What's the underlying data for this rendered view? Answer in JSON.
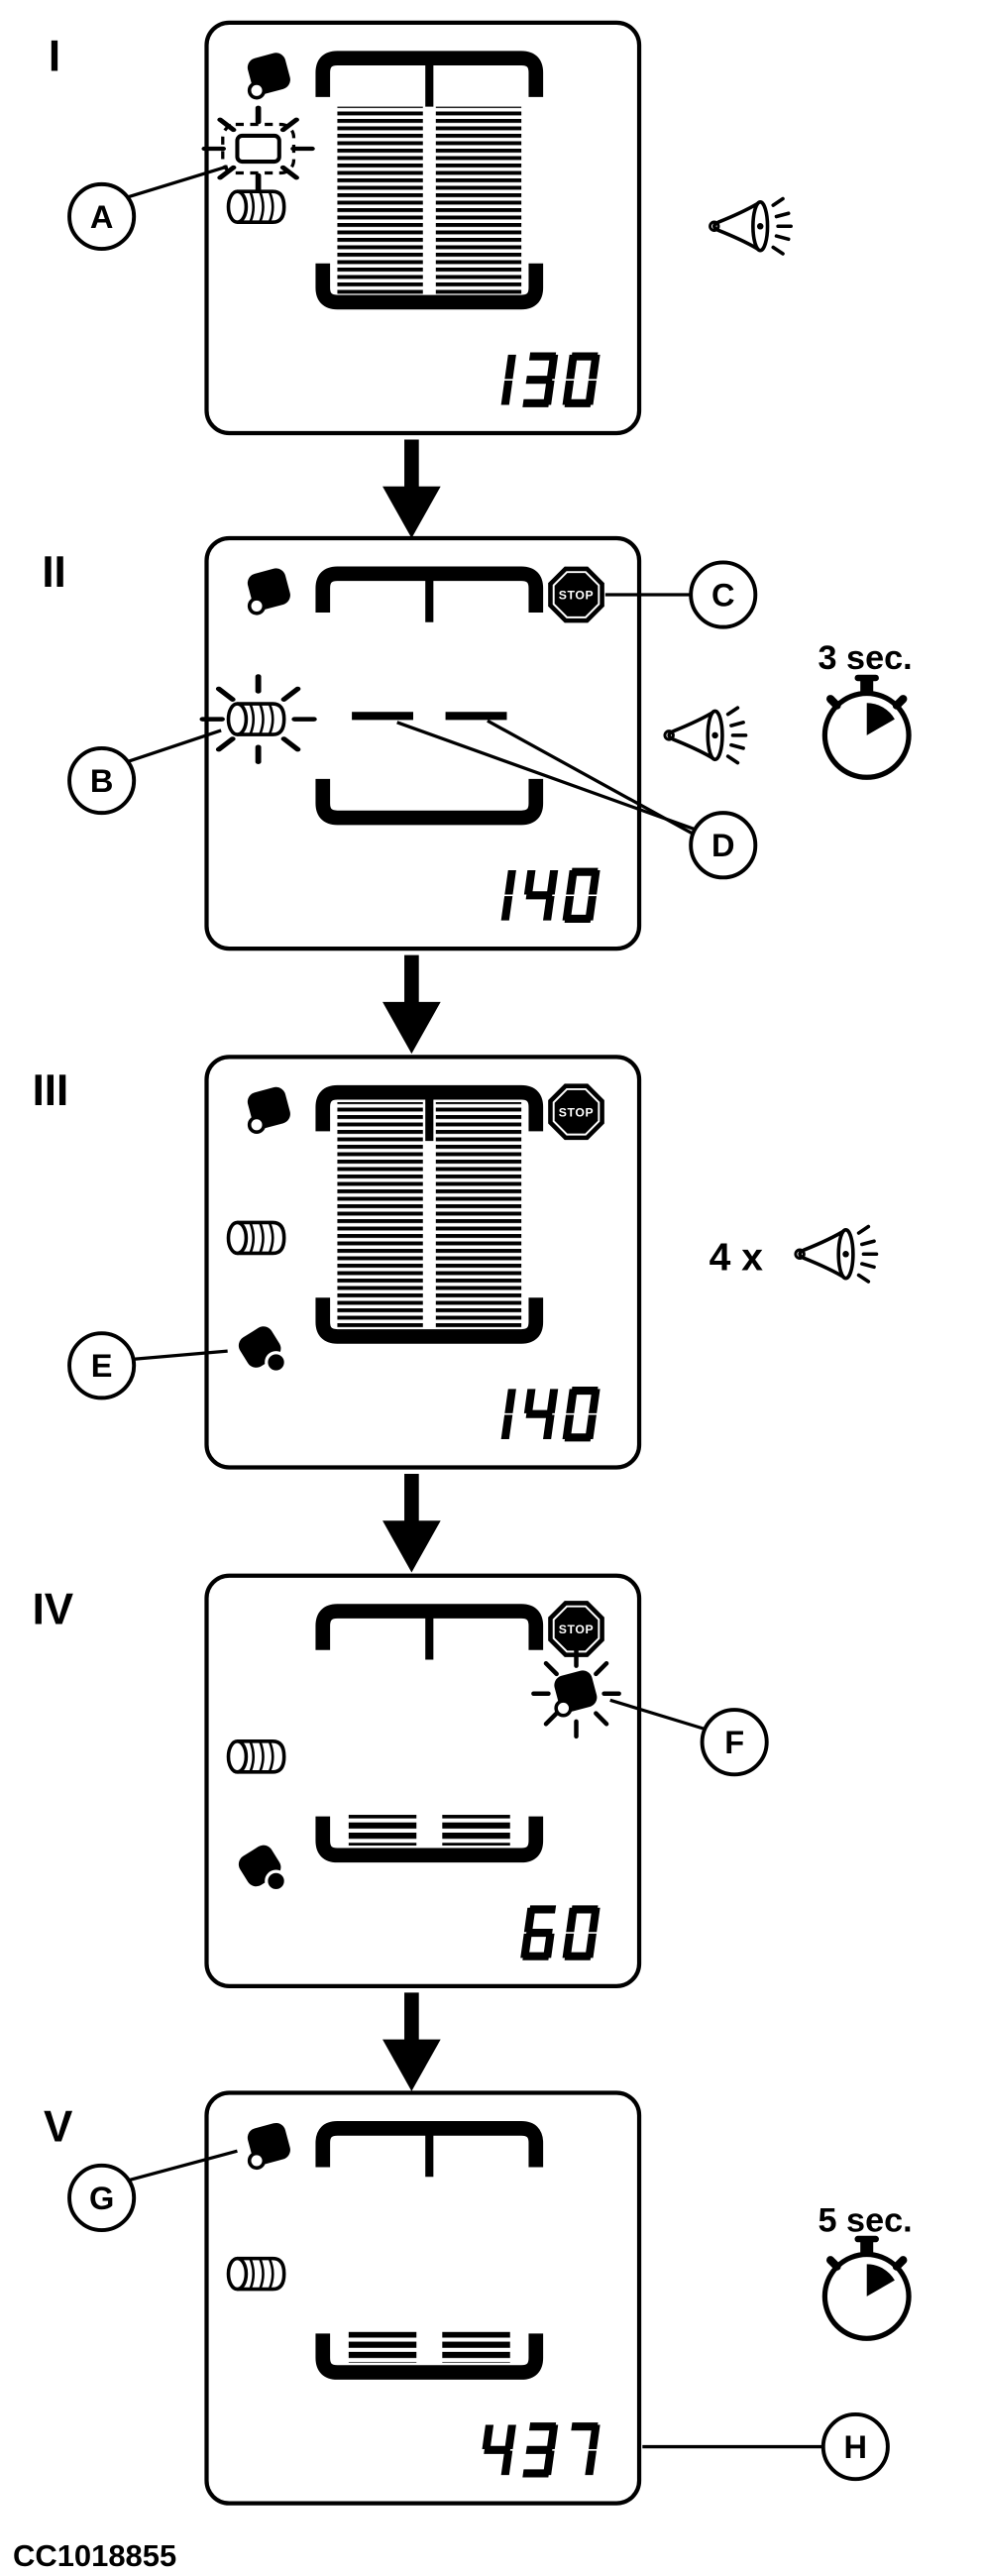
{
  "figure": {
    "code": "CC1018855",
    "stop_label": "STOP",
    "ink_color": "#000000",
    "background_color": "#ffffff"
  },
  "panels": [
    {
      "numeral": "I",
      "value": "130",
      "indicators": [
        "bale-shape",
        "flashing-selection-box",
        "net-roll",
        "chamber-fill-high"
      ],
      "sound": "horn"
    },
    {
      "numeral": "II",
      "value": "140",
      "timer": "3 sec.",
      "indicators": [
        "bale-shape",
        "stop-sign",
        "flashing-net-roll",
        "empty-chamber-dashes"
      ],
      "sound": "horn"
    },
    {
      "numeral": "III",
      "value": "140",
      "multiplier": "4 x",
      "indicators": [
        "bale-shape",
        "stop-sign",
        "net-roll",
        "bale-eject",
        "chamber-full"
      ],
      "sound": "horn"
    },
    {
      "numeral": "IV",
      "value": "60",
      "indicators": [
        "stop-sign",
        "flashing-bale-shape",
        "net-roll",
        "bale-eject",
        "wrap-progress-blocks"
      ]
    },
    {
      "numeral": "V",
      "value": "437",
      "timer": "5 sec.",
      "indicators": [
        "bale-shape",
        "net-roll",
        "wrap-progress-blocks"
      ]
    }
  ],
  "callouts": {
    "a": "A",
    "b": "B",
    "c": "C",
    "d": "D",
    "e": "E",
    "f": "F",
    "g": "G",
    "h": "H"
  }
}
